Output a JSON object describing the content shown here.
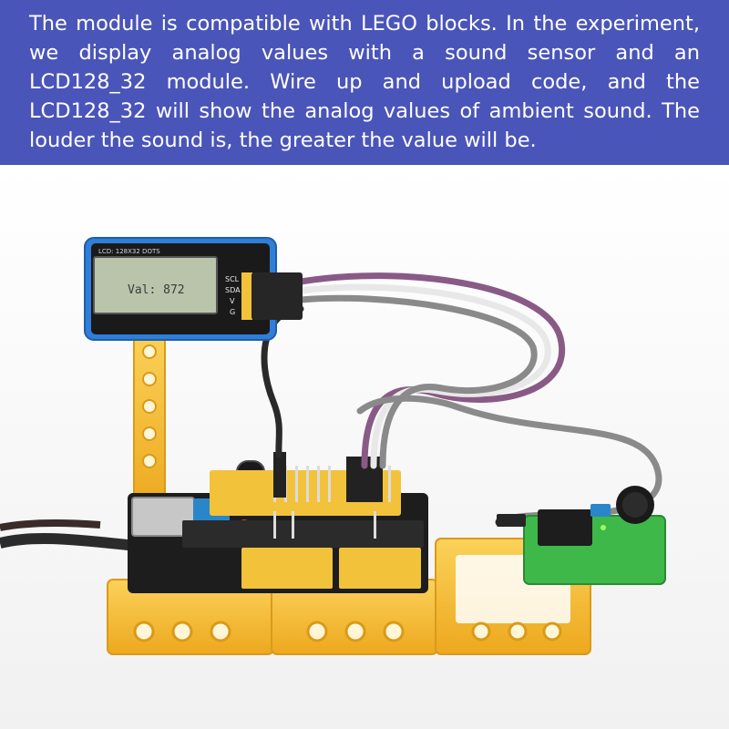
{
  "banner": {
    "text": "The module is compatible with LEGO blocks. In the experiment, we display analog values with a sound sensor and an LCD128_32 module. Wire up and upload code, and the LCD128_32 will show the analog values of ambient sound. The louder the sound is, the greater the value will be."
  },
  "lcd": {
    "board_label": "LCD: 128X32 DOTS",
    "screen_text": "Val: 872",
    "pins": [
      "SCL",
      "SDA",
      "V",
      "G"
    ]
  },
  "colors": {
    "banner_bg": "#4a55b9",
    "lego_yellow": "#f7bb2e",
    "lcd_frame_blue": "#2f7ed8",
    "lcd_screen": "#b9c4ab",
    "sensor_green": "#3fb84a",
    "pcb_black": "#1d1d1d",
    "wire_purple": "#8a5a86",
    "wire_white": "#e8e8e8",
    "wire_gray": "#8a8a8a",
    "wire_black": "#2a2a2a"
  }
}
